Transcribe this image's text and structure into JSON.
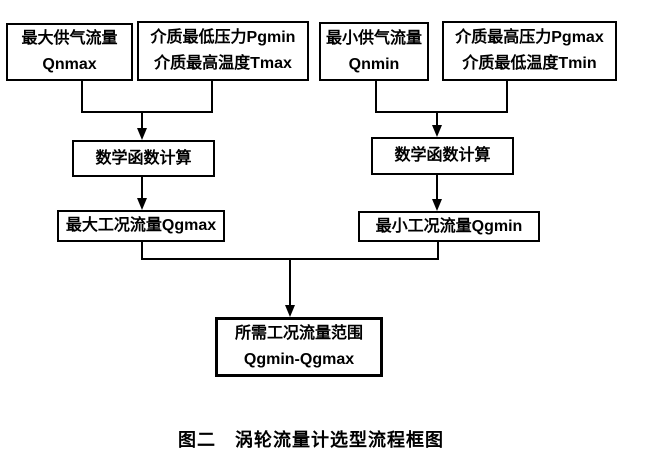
{
  "figure": {
    "caption": "图二　涡轮流量计选型流程框图",
    "nodes": {
      "qnmax": {
        "line1": "最大供气流量",
        "line2": "Qnmax"
      },
      "pgmin_tmax": {
        "line1": "介质最低压力Pgmin",
        "line2": "介质最高温度Tmax"
      },
      "qnmin": {
        "line1": "最小供气流量",
        "line2": "Qnmin"
      },
      "pgmax_tmin": {
        "line1": "介质最高压力Pgmax",
        "line2": "介质最低温度Tmin"
      },
      "calc_left": {
        "label": "数学函数计算"
      },
      "calc_right": {
        "label": "数学函数计算"
      },
      "qgmax": {
        "label": "最大工况流量Qgmax"
      },
      "qgmin": {
        "label": "最小工况流量Qgmin"
      },
      "result": {
        "line1": "所需工况流量范围",
        "line2": "Qgmin-Qgmax"
      }
    },
    "colors": {
      "line": "#000000",
      "text": "#000000",
      "box_background": "#ffffff",
      "page_background": "#ffffff"
    }
  }
}
